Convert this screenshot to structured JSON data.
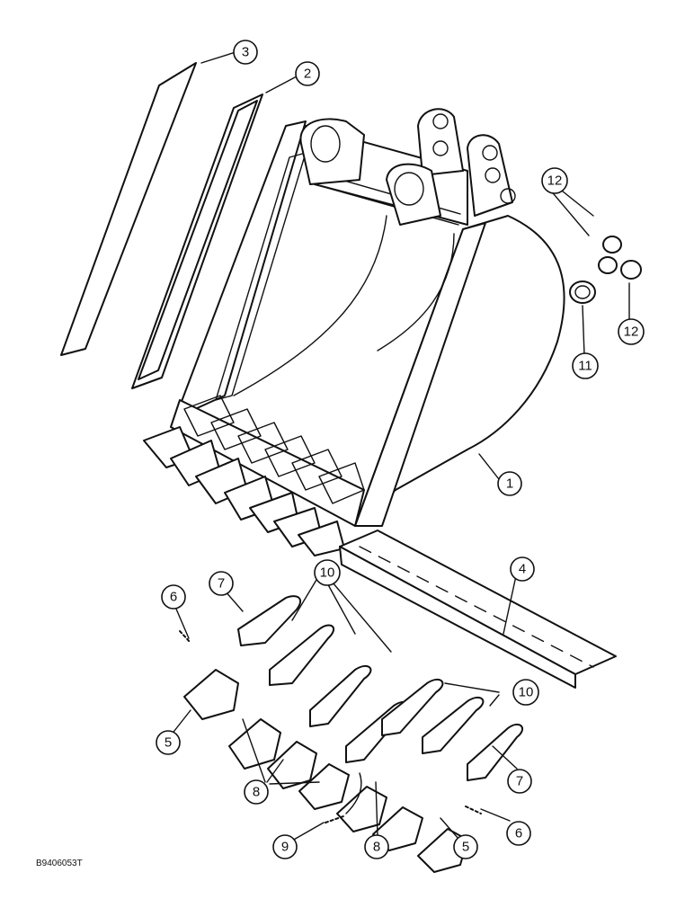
{
  "figure_code": "B9406053T",
  "callouts": [
    "1",
    "2",
    "3",
    "4",
    "5",
    "5",
    "6",
    "6",
    "7",
    "7",
    "8",
    "8",
    "9",
    "10",
    "10",
    "11",
    "12",
    "12"
  ]
}
